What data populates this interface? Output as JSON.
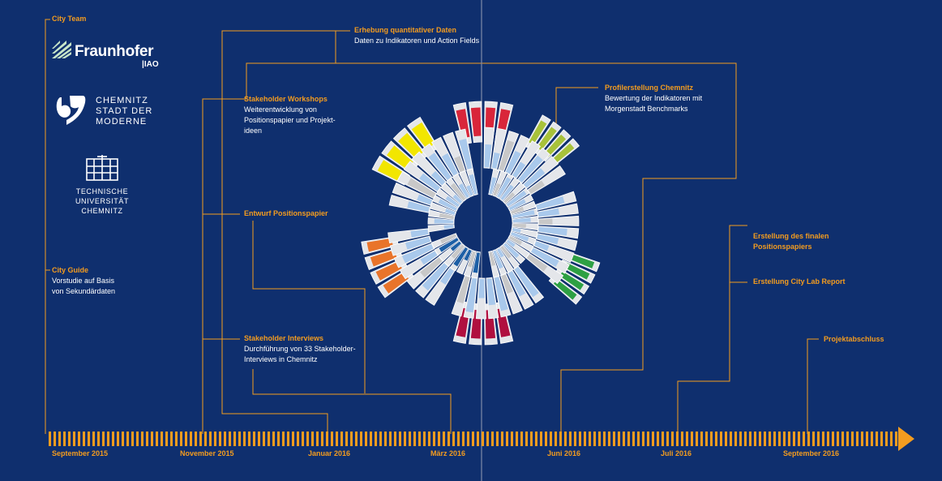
{
  "colors": {
    "background": "#0f2f6e",
    "accent_orange": "#f39c1f",
    "light_blue": "#a9c9ec",
    "dark_blue": "#1d5fa6",
    "gray": "#c8c8c8",
    "yellow": "#f2e600",
    "red": "#d9263a",
    "green_light": "#a8c23a",
    "green": "#2ea043",
    "orange": "#e9742a",
    "crimson": "#b0103f"
  },
  "logos": {
    "fraunhofer": {
      "name": "Fraunhofer",
      "sub": "IAO"
    },
    "chemnitz": {
      "text": "CHEMNITZ\nSTADT DER\nMODERNE"
    },
    "tu_chemnitz": {
      "text": "TECHNISCHE UNIVERSITÄT\nCHEMNITZ"
    }
  },
  "milestones": {
    "city_team": {
      "title": "City Team"
    },
    "city_guide": {
      "title": "City Guide",
      "text": "Vorstudie auf Basis\nvon Sekundärdaten"
    },
    "erhebung": {
      "title": "Erhebung quantitativer Daten",
      "text": "Daten zu Indikatoren und Action Fields"
    },
    "stakeholder_workshops": {
      "title": "Stakeholder Workshops",
      "text": "Weiterentwicklung von\nPositionspapier und Projekt-\nideen"
    },
    "entwurf": {
      "title": "Entwurf Positionspapier"
    },
    "stakeholder_interviews": {
      "title": "Stakeholder Interviews",
      "text": "Durchführung von 33 Stakeholder-\nInterviews in Chemnitz"
    },
    "profilerstellung": {
      "title": "Profilerstellung Chemnitz",
      "text": "Bewertung der Indikatoren mit\nMorgenstadt Benchmarks"
    },
    "finales_positionspapier": {
      "title": "Erstellung des finalen\nPositionspapiers"
    },
    "city_lab_report": {
      "title": "Erstellung City Lab Report"
    },
    "projektabschluss": {
      "title": "Projektabschluss"
    }
  },
  "timeline": {
    "dates": [
      "September 2015",
      "November 2015",
      "Januar 2016",
      "März 2016",
      "Juni 2016",
      "Juli 2016",
      "September 2016"
    ]
  }
}
